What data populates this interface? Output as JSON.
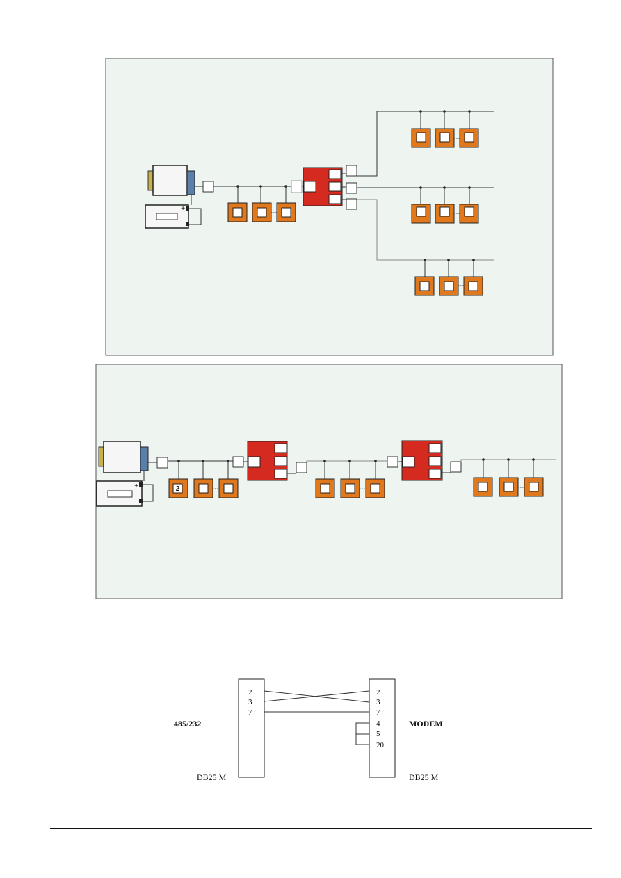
{
  "diagram_top": {
    "name": "star-topology-network"
  },
  "diagram_middle": {
    "name": "chain-topology-network",
    "first_device_number": "2"
  },
  "pinout": {
    "left_pins": [
      "2",
      "3",
      "7"
    ],
    "right_pins": [
      "2",
      "3",
      "7",
      "4",
      "5",
      "20"
    ],
    "left_label": "485/232",
    "right_label": "MODEM",
    "left_connector": "DB25 M",
    "right_connector": "DB25 M"
  },
  "colors": {
    "device": "#e0781e",
    "hub": "#d42a20",
    "panel": "#eef5f1"
  }
}
